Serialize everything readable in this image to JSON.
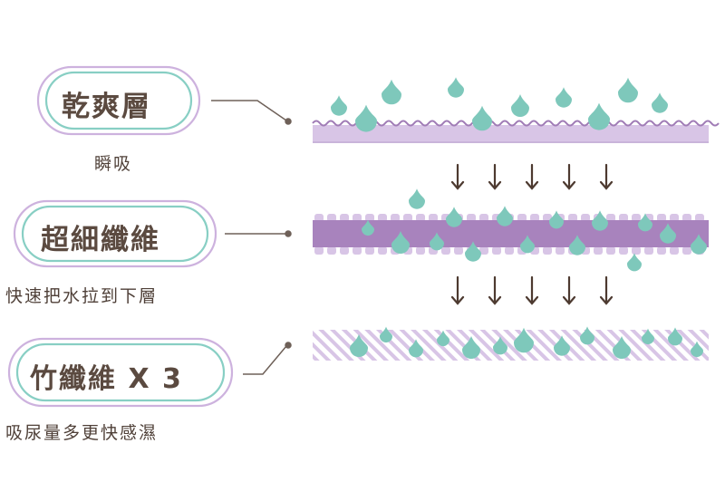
{
  "layers": [
    {
      "id": "dry-layer",
      "label": "乾爽層",
      "caption": "瞬吸"
    },
    {
      "id": "microfiber-layer",
      "label": "超細纖維",
      "caption": "快速把水拉到下層"
    },
    {
      "id": "bamboo-fiber-layer",
      "label": "竹纖維 X 3",
      "caption": "吸尿量多更快感濕"
    }
  ],
  "colors": {
    "text": "#5b4a40",
    "pill_outline_teal": "#88cfc4",
    "pill_outline_purple": "#cdb2de",
    "leader_line": "#6e6058",
    "drop": "#7ec8bb",
    "layer_light_purple": "#d8c5e6",
    "layer_dark_purple": "#a883bd",
    "layer_wave": "#a07cb6",
    "arrow": "#4d3a30"
  },
  "icons": [
    "water-drop-icon",
    "down-arrow-icon"
  ]
}
